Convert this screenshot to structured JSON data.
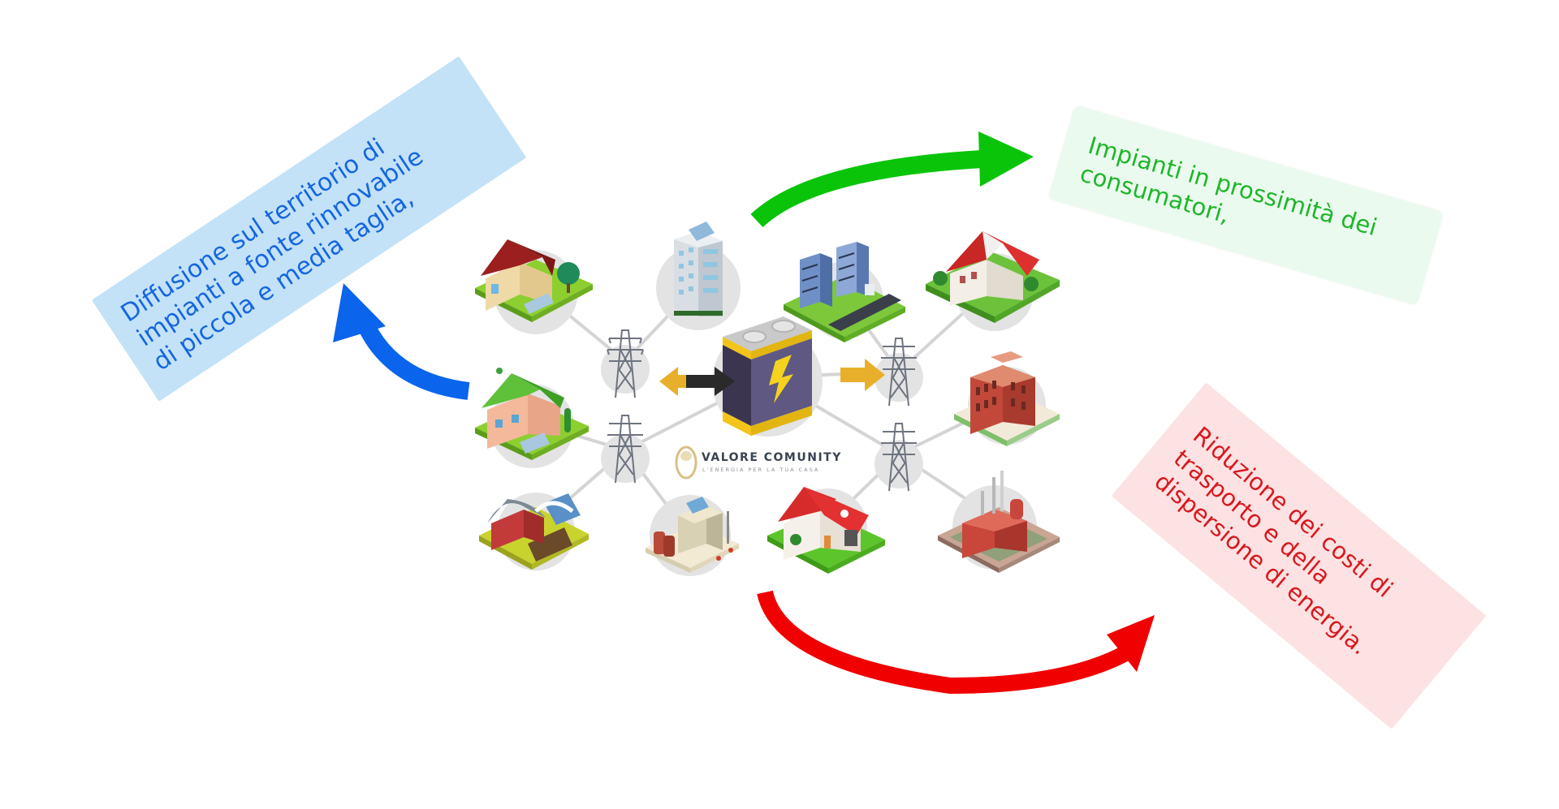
{
  "diagram": {
    "title": "Comunità energetica",
    "colors": {
      "blue_arrow": "#0a64ec",
      "green_arrow": "#0ac40a",
      "red_arrow": "#f00000",
      "blue_box": "#c3e2f7",
      "green_box": "#eafaee",
      "red_box": "#fde2e3",
      "battery_body": "#5b5580",
      "battery_trim": "#f3c51b",
      "flow_arrow": "#e8b02a",
      "connector": "#d6d6d6"
    },
    "callouts": [
      {
        "id": "distribution",
        "color": "blue",
        "lines": [
          "Diffusione sul territorio di",
          "impianti a fonte rinnovabile",
          "di piccola e media taglia,"
        ]
      },
      {
        "id": "proximity",
        "color": "green",
        "lines": [
          "Impianti in prossimità dei",
          "consumatori,"
        ]
      },
      {
        "id": "cost-reduction",
        "color": "red",
        "lines": [
          "Riduzione dei costi di",
          "trasporto e della",
          "dispersione di energia."
        ]
      }
    ],
    "logo": {
      "name": "VALORE COMUNITY",
      "tagline": "L'ENERGIA PER LA TUA CASA"
    },
    "nodes": [
      {
        "id": "house-solar-top-left",
        "icon": "house-solar-icon"
      },
      {
        "id": "house-green-roof",
        "icon": "house-green-roof-icon"
      },
      {
        "id": "farm-barn",
        "icon": "barn-solar-icon"
      },
      {
        "id": "apartment-building",
        "icon": "apartment-solar-icon"
      },
      {
        "id": "small-factory",
        "icon": "small-factory-icon"
      },
      {
        "id": "office-building",
        "icon": "office-building-icon"
      },
      {
        "id": "red-roof-house-bottom",
        "icon": "house-red-roof-icon"
      },
      {
        "id": "villa-red-roof",
        "icon": "villa-icon"
      },
      {
        "id": "school-building",
        "icon": "school-building-icon"
      },
      {
        "id": "industrial-plant",
        "icon": "industrial-plant-icon"
      }
    ],
    "hub": {
      "icon": "battery-icon"
    },
    "pylons": [
      "pylon-icon",
      "pylon-icon",
      "pylon-icon",
      "pylon-icon"
    ]
  }
}
